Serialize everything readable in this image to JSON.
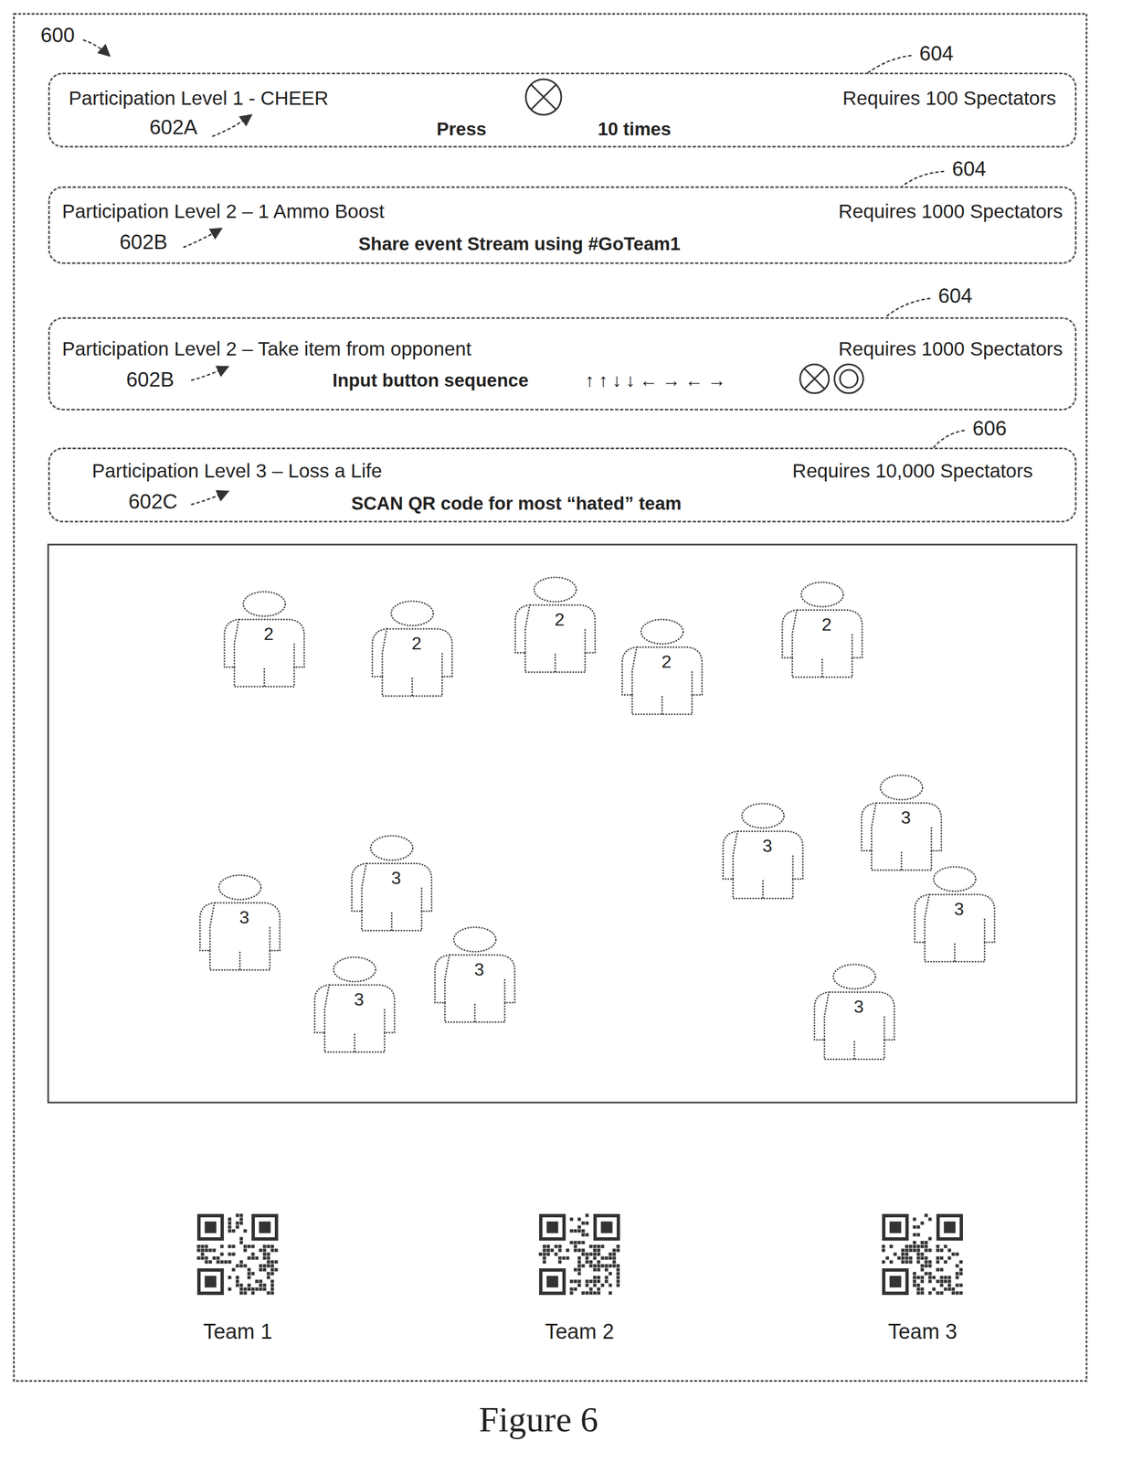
{
  "diagram": {
    "caption": "Figure 6",
    "nodes": [
      {
        "text": [
          "Participation Level 1 - CHEER",
          "Requires 100 Spectators",
          "Press",
          "10 times"
        ]
      },
      {
        "text": [
          "Participation Level 2 – 1 Ammo Boost",
          "Requires 1000 Spectators",
          "Share event Stream using #GoTeam1"
        ]
      },
      {
        "text": [
          "Participation Level 2 – Take item from opponent",
          "Requires 1000 Spectators",
          "Input button sequence",
          "↑↑↓↓←→←→"
        ]
      },
      {
        "text": [
          "Participation Level 3 – Loss a Life",
          "Requires 10,000 Spectators",
          "SCAN QR code for most “hated” team"
        ]
      },
      {
        "text": [
          "2"
        ]
      },
      {
        "text": [
          "2"
        ]
      },
      {
        "text": [
          "2"
        ]
      },
      {
        "text": [
          "2"
        ]
      },
      {
        "text": [
          "2"
        ]
      },
      {
        "text": [
          "3"
        ]
      },
      {
        "text": [
          "3"
        ]
      },
      {
        "text": [
          "3"
        ]
      },
      {
        "text": [
          "3"
        ]
      },
      {
        "text": [
          "3"
        ]
      },
      {
        "text": [
          "3"
        ]
      },
      {
        "text": [
          "3"
        ]
      },
      {
        "text": [
          "3"
        ]
      }
    ],
    "labels": [
      "600",
      "604",
      "602A",
      "604",
      "602B",
      "604",
      "602B",
      "606",
      "602C",
      "Team 1",
      "Team 2",
      "Team 3"
    ]
  }
}
